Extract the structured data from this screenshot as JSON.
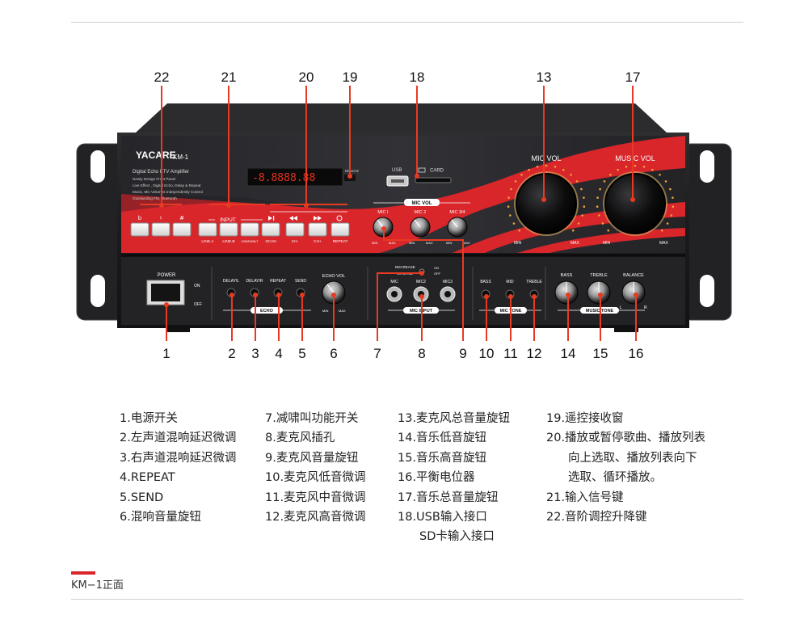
{
  "device": {
    "brand": "YACARE",
    "model": "KM-1",
    "subtitle": "Digital Echo KTV Amplifier",
    "features": [
      "Newly Design Front Panel",
      "Live Effect , Digital Echo, Delay & Repeat",
      "Music, Mic Volumes Independently Control",
      "Outstanding FM, Bluetooth"
    ],
    "display_text": "-8.8888.88",
    "remote_label": "REMOTE",
    "usb_label": "USB",
    "card_label": "CARD",
    "mic_vol_group": "MIC VOL",
    "mic_knobs": [
      "MIC I",
      "MIC 2",
      "MIC 3/4"
    ],
    "min_label": "MIN",
    "max_label": "MAX",
    "big_knob_left": "MIC VOL",
    "big_knob_right": "MUSIC VOL",
    "input_group": "INPUT",
    "buttons": [
      "LINE.A",
      "LINE.B",
      "USB/FM/BLT",
      "SCAN",
      "CH-",
      "CH+",
      "REPEAT"
    ],
    "tone_button_glyphs": [
      "b",
      "♮",
      "#"
    ],
    "power_label": "POWER",
    "on_label": "ON",
    "off_label": "OFF",
    "echo_knobs": [
      "DELAY/L",
      "DELAY/R",
      "REPEAT",
      "SEND"
    ],
    "echo_group": "ECHO",
    "echo_vol_label": "ECHO VOL",
    "decrease_label": "DECREASE",
    "whistle_label": "WHISTLE",
    "switch_on": "ON",
    "switch_off": "OFF",
    "mic_jacks": [
      "MIC",
      "MIC2",
      "MIC3"
    ],
    "mic_input_group": "MIC INPUT",
    "mic_tone_knobs": [
      "BASS",
      "MID",
      "TREBLE"
    ],
    "mic_tone_group": "MIC TONE",
    "music_tone_knobs": [
      "BASS",
      "TREBLE",
      "BALANCE"
    ],
    "music_tone_group": "MUSIC TONE",
    "balance_l": "L",
    "balance_r": "R"
  },
  "callouts_top": [
    "22",
    "21",
    "20",
    "19",
    "18",
    "13",
    "17"
  ],
  "callouts_bottom": [
    "1",
    "2",
    "3",
    "4",
    "5",
    "6",
    "7",
    "8",
    "9",
    "10",
    "11",
    "12",
    "14",
    "15",
    "16"
  ],
  "legend": {
    "col1": [
      "1.电源开关",
      "2.左声道混响延迟微调",
      "3.右声道混响延迟微调",
      "4.REPEAT",
      "5.SEND",
      "6.混响音量旋钮"
    ],
    "col2": [
      "7.减啸叫功能开关",
      "8.麦克风插孔",
      "9.麦克风音量旋钮",
      "10.麦克风低音微调",
      "11.麦克风中音微调",
      "12.麦克风高音微调"
    ],
    "col3": [
      "13.麦克风总音量旋钮",
      "14.音乐低音旋钮",
      "15.音乐高音旋钮",
      "16.平衡电位器",
      "17.音乐总音量旋钮",
      "18.USB输入接口",
      "SD卡输入接口"
    ],
    "col4": [
      "19.遥控接收窗",
      "20.播放或暂停歌曲、播放列表",
      "向上选取、播放列表向下",
      "选取、循环播放。",
      "21.输入信号键",
      "22.音阶调控升降键"
    ]
  },
  "caption": "KM−1正面",
  "colors": {
    "accent": "#e83a22",
    "panel": "#1c1c1e",
    "brand_red": "#d8262b"
  }
}
